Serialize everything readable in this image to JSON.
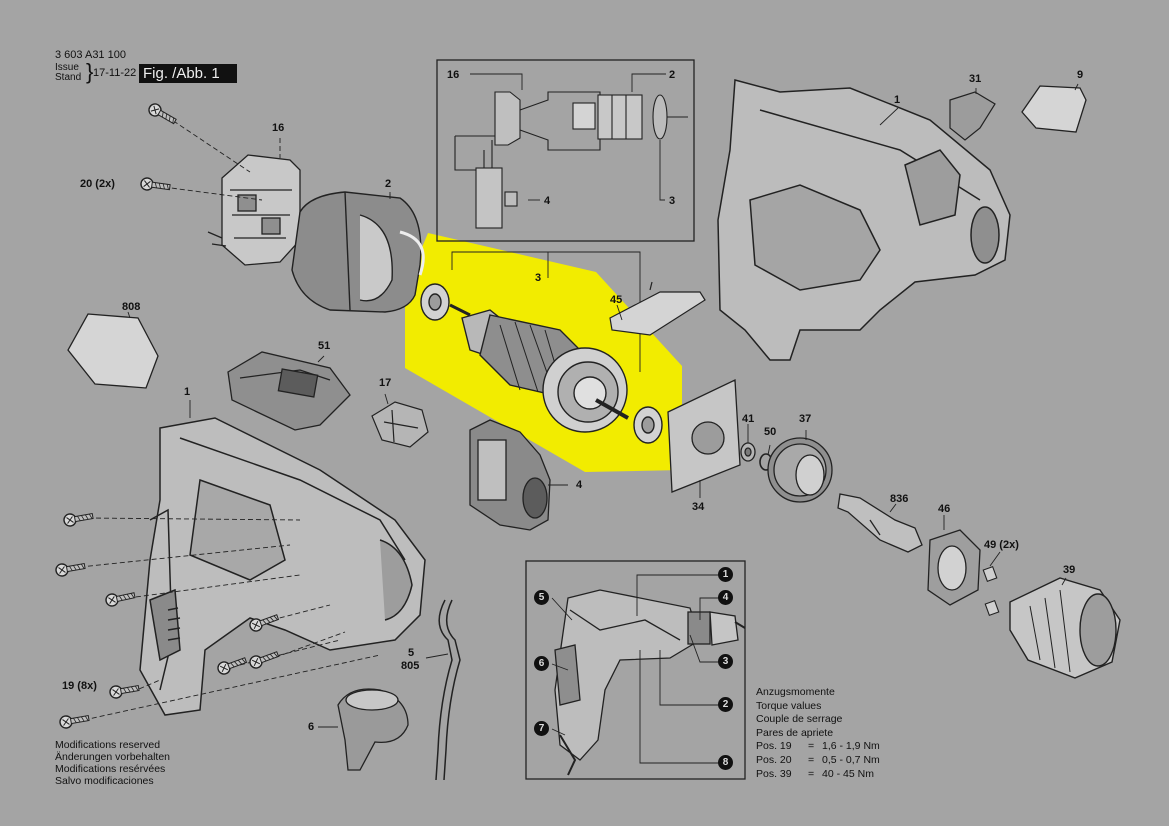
{
  "header": {
    "doc_number": "3 603 A31 100",
    "issue_en": "Issue",
    "issue_de": "Stand",
    "issue_date": "17-11-22",
    "figure_label": "Fig. /Abb. 1"
  },
  "part_labels": {
    "p16": "16",
    "p20": "20 (2x)",
    "p2": "2",
    "p808": "808",
    "p51": "51",
    "p17": "17",
    "p1_left": "1",
    "p19": "19 (8x)",
    "p5": "5",
    "p805": "805",
    "p6": "6",
    "p3": "3",
    "p45": "45",
    "p4": "4",
    "p34": "34",
    "p41": "41",
    "p50": "50",
    "p37": "37",
    "p836": "836",
    "p46": "46",
    "p49": "49 (2x)",
    "p39": "39",
    "p1_right": "1",
    "p31": "31",
    "p9": "9",
    "inset16": "16",
    "inset2": "2",
    "inset4": "4",
    "inset3": "3"
  },
  "callouts": [
    "1",
    "4",
    "3",
    "5",
    "6",
    "2",
    "7",
    "8"
  ],
  "modifications_note": [
    "Modifications reserved",
    "Änderungen vorbehalten",
    "Modifications resérvées",
    "Salvo modificaciones"
  ],
  "torque": {
    "titles": [
      "Anzugsmomente",
      "Torque values",
      "Couple de serrage",
      "Pares de apriete"
    ],
    "rows": [
      {
        "pos": "Pos. 19",
        "eq": "=",
        "value": "1,6 - 1,9 Nm"
      },
      {
        "pos": "Pos. 20",
        "eq": "=",
        "value": "0,5 - 0,7 Nm"
      },
      {
        "pos": "Pos. 39",
        "eq": "=",
        "value": "40 - 45 Nm"
      }
    ]
  },
  "colors": {
    "background": "#a4a4a4",
    "highlight": "#f2ec00",
    "line_art": "#2b2b2b",
    "part_fill_light": "#c9c9c9",
    "part_fill_dark": "#8d8d8d"
  },
  "icons": [
    "screw-icon",
    "housing-icon",
    "armature-icon",
    "gear-icon",
    "chuck-icon",
    "drill-icon"
  ]
}
